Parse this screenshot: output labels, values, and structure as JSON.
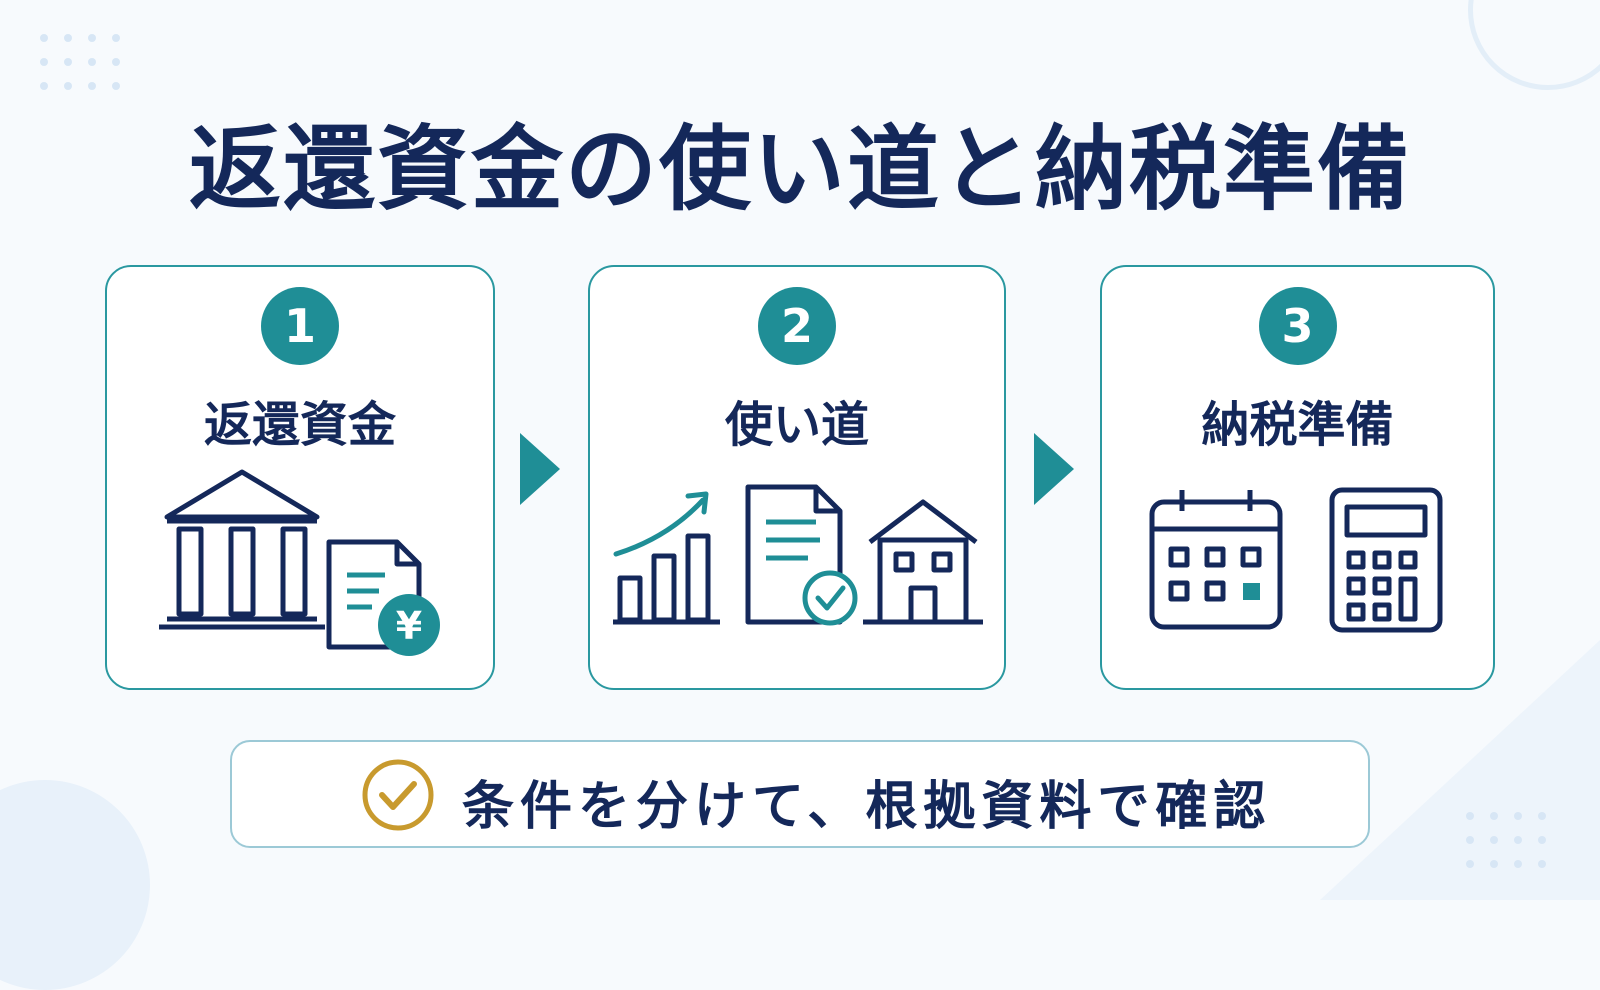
{
  "title": "返還資金の使い道と納税準備",
  "steps": [
    {
      "number": "1",
      "label": "返還資金",
      "icon": "bank-document-yen-icon"
    },
    {
      "number": "2",
      "label": "使い道",
      "icon": "growth-document-house-icon"
    },
    {
      "number": "3",
      "label": "納税準備",
      "icon": "calendar-calculator-icon"
    }
  ],
  "note": {
    "text": "条件を分けて、根拠資料で確認",
    "icon": "check-circle-icon"
  },
  "yen_symbol": "¥",
  "colors": {
    "navy": "#14285a",
    "teal": "#1f8e96",
    "gold": "#c89a2e",
    "border": "#2a98a0"
  }
}
